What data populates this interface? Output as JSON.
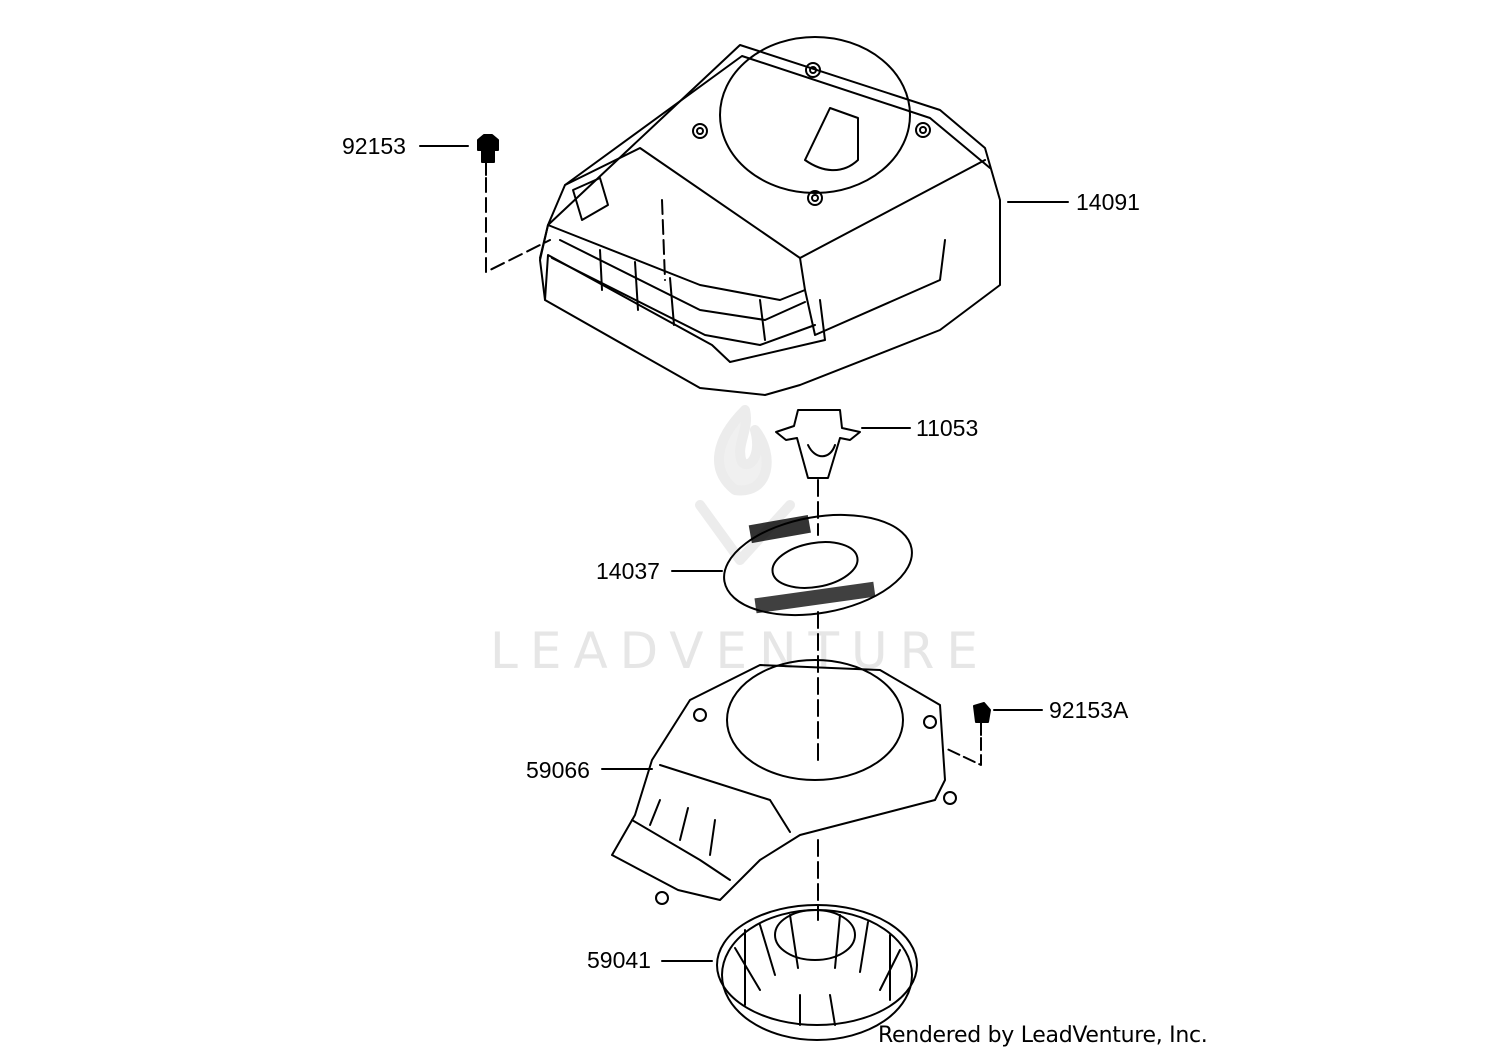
{
  "parts": {
    "p92153": "92153",
    "p14091": "14091",
    "p11053": "11053",
    "p14037": "14037",
    "p92153A": "92153A",
    "p59066": "59066",
    "p59041": "59041"
  },
  "watermark": "LEADVENTURE",
  "credit": "Rendered by LeadVenture, Inc."
}
